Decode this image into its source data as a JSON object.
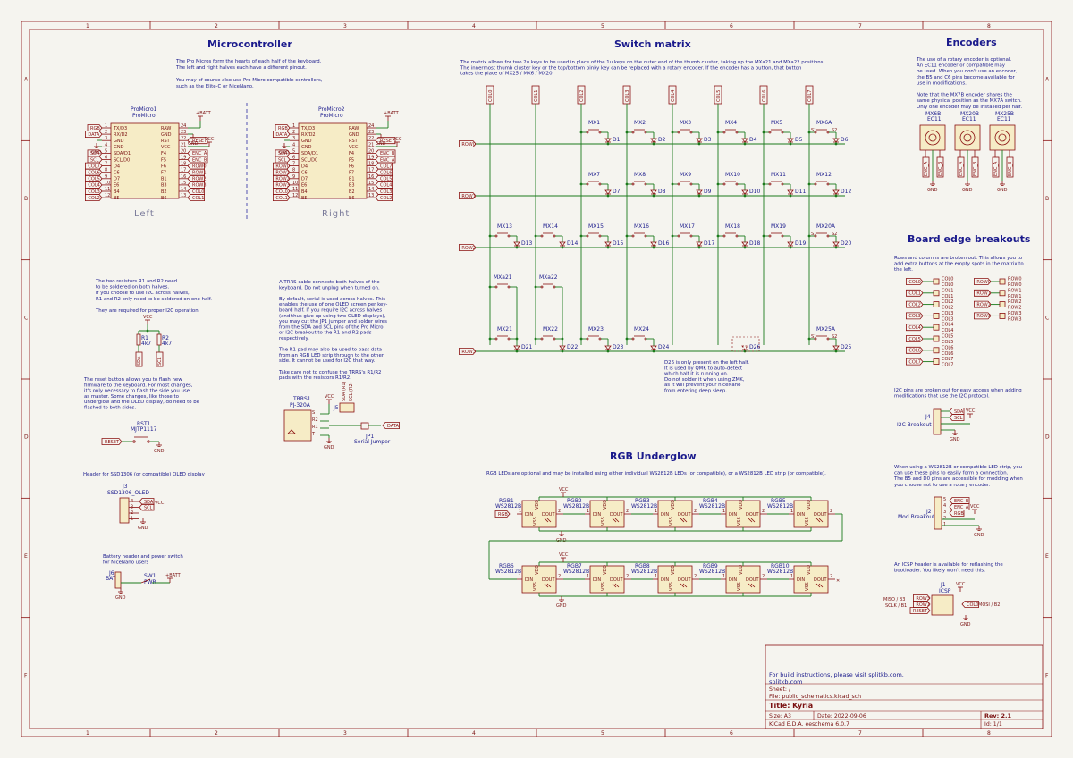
{
  "frame": {
    "columns": [
      "1",
      "2",
      "3",
      "4",
      "5",
      "6",
      "7",
      "8"
    ],
    "rows": [
      "A",
      "B",
      "C",
      "D",
      "E",
      "F"
    ]
  },
  "sections": {
    "microcontroller": "Microcontroller",
    "switch_matrix": "Switch matrix",
    "encoders": "Encoders",
    "board_edge": "Board edge breakouts",
    "rgb": "RGB Underglow"
  },
  "notes": {
    "mcu": [
      "The Pro Micros form the hearts of each half of the keyboard.",
      "The left and right halves each have a different pinout.",
      "",
      "You may of course also use Pro Micro compatible controllers,",
      "such as the Elite-C or NiceNano."
    ],
    "matrix": [
      "The matrix allows for two 2u keys to be used in place of the 1u keys on the outer end of the thumb cluster, taking up the MXa21 and MXa22 positions.",
      "The innermost thumb cluster key or the top/bottom pinky key can be replaced with a rotary encoder. If the encoder has a button, that button",
      "takes the place of MX25 / MX6 / MX20."
    ],
    "encoders": [
      "The use of a rotary encoder is optional.",
      "An EC11 encoder or compatible may",
      "be used. When you don't use an encoder,",
      "the B5 and C6 pins become available for",
      "use in modifications.",
      "",
      "Note that the MX7B encoder shares the",
      "same physical position as the MX7A switch.",
      "Only one encoder may be installed per half."
    ],
    "board_edge": [
      "Rows and columns are broken out. This allows you to",
      "add extra buttons at the empty spots in the matrix to",
      "the left."
    ],
    "resistors": [
      "The two resistors R1 and R2 need",
      "to be soldered on both halves.",
      "If you choose to use I2C across halves,",
      "R1 and R2 only need to be soldered on one half.",
      "",
      "They are required for proper I2C operation."
    ],
    "trrs": [
      "A TRRS cable connects both halves of the",
      "keyboard. Do not unplug when turned on.",
      "",
      "By default, serial is used across halves. This",
      "enables the use of one OLED screen per key-",
      "board half. If you require I2C across halves",
      "(and thus give up using two OLED displays),",
      "you may cut the JP1 jumper and solder wires",
      "from the SDA and SCL pins of the Pro Micro",
      "or I2C breakout to the R1 and R2 pads",
      "respectively.",
      "",
      "The R1 pad may also be used to pass data",
      "from an RGB LED strip through to the other",
      "side. It cannot be used for I2C that way.",
      "",
      "Take care not to confuse the TRRS's R1/R2",
      "pads with the resistors R1/R2."
    ],
    "reset": [
      "The reset button allows you to flash new",
      "firmware to the keyboard. For most changes,",
      "it's only necessary to flash the side you use",
      "as master. Some changes, like those to",
      "underglow and the OLED display, do need to be",
      "flashed to both sides."
    ],
    "oled": [
      "Header for SSD1306 (or compatible) OLED display"
    ],
    "battery": [
      "Battery header and power switch",
      "for NiceNano users"
    ],
    "d26": [
      "D26 is only present on the left half.",
      "It is used by QMK to auto-detect",
      "which half it is running on.",
      "Do not solder it when using ZMK,",
      "as it will prevent your niceNano",
      "from entering deep sleep."
    ],
    "rgb": [
      "RGB LEDs are optional and may be installed using either individual WS2812B LEDs (or compatible), or a WS2812B LED strip (or compatible)."
    ],
    "i2c": [
      "I2C pins are broken out for easy access when adding",
      "modifications that use the I2C protocol."
    ],
    "mod": [
      "When using a WS2812B or compatible LED strip, you",
      "can use these pins to easily form a connection.",
      "The B5 and D0 pins are accessible for modding when",
      "you choose not to use a rotary encoder."
    ],
    "icsp": [
      "An ICSP header is available for reflashing the",
      "bootloader. You likely won't need this."
    ]
  },
  "mcu_left": {
    "ref": "ProMicro1",
    "value": "ProMicro",
    "caption": "Left",
    "left_pins": [
      [
        "1",
        "TX/D3"
      ],
      [
        "2",
        "RX/D2"
      ],
      [
        "3",
        "GND"
      ],
      [
        "4",
        "GND"
      ],
      [
        "5",
        "SDA/D1"
      ],
      [
        "6",
        "SCL/D0"
      ],
      [
        "7",
        "D4"
      ],
      [
        "8",
        "C6"
      ],
      [
        "9",
        "D7"
      ],
      [
        "10",
        "E6"
      ],
      [
        "11",
        "B4"
      ],
      [
        "12",
        "B5"
      ]
    ],
    "right_pins": [
      [
        "24",
        "RAW"
      ],
      [
        "23",
        "GND"
      ],
      [
        "22",
        "RST"
      ],
      [
        "21",
        "VCC"
      ],
      [
        "20",
        "F4"
      ],
      [
        "19",
        "F5"
      ],
      [
        "18",
        "F6"
      ],
      [
        "17",
        "F7"
      ],
      [
        "16",
        "B1"
      ],
      [
        "15",
        "B3"
      ],
      [
        "14",
        "B2"
      ],
      [
        "13",
        "B6"
      ]
    ],
    "left_labels": [
      "RGB",
      "DATA",
      "",
      "",
      "SDA",
      "SCL",
      "COL7",
      "COL6",
      "COL5",
      "COL4",
      "COL3",
      "COL2"
    ],
    "right_labels": [
      "",
      "",
      "RESET",
      "",
      "ENC_A",
      "ENC_B",
      "ROW0",
      "ROW1",
      "ROW2",
      "ROW3",
      "COL0",
      "COL1"
    ]
  },
  "mcu_right": {
    "ref": "ProMicro2",
    "value": "ProMicro",
    "caption": "Right",
    "left_pins": [
      [
        "1",
        "TX/D3"
      ],
      [
        "2",
        "RX/D2"
      ],
      [
        "3",
        "GND"
      ],
      [
        "4",
        "GND"
      ],
      [
        "5",
        "SDA/D1"
      ],
      [
        "6",
        "SCL/D0"
      ],
      [
        "7",
        "D4"
      ],
      [
        "8",
        "C6"
      ],
      [
        "9",
        "D7"
      ],
      [
        "10",
        "E6"
      ],
      [
        "11",
        "B4"
      ],
      [
        "12",
        "B5"
      ]
    ],
    "right_pins": [
      [
        "24",
        "RAW"
      ],
      [
        "23",
        "GND"
      ],
      [
        "22",
        "RST"
      ],
      [
        "21",
        "VCC"
      ],
      [
        "20",
        "F4"
      ],
      [
        "19",
        "F5"
      ],
      [
        "18",
        "F6"
      ],
      [
        "17",
        "F7"
      ],
      [
        "16",
        "B1"
      ],
      [
        "15",
        "B3"
      ],
      [
        "14",
        "B2"
      ],
      [
        "13",
        "B6"
      ]
    ],
    "left_labels": [
      "RGB",
      "DATA",
      "",
      "",
      "SDA",
      "SCL",
      "ROW0",
      "ROW1",
      "ROW2",
      "ROW3",
      "COL0",
      "COL1"
    ],
    "right_labels": [
      "",
      "",
      "RESET",
      "",
      "ENC_B",
      "ENC_A",
      "COL7",
      "COL6",
      "COL5",
      "COL4",
      "COL3",
      "COL2"
    ]
  },
  "power": {
    "batt": "+BATT",
    "vcc": "VCC",
    "gnd": "GND"
  },
  "matrix": {
    "cols": [
      "COL0",
      "COL1",
      "COL2",
      "COL3",
      "COL4",
      "COL5",
      "COL6",
      "COL7"
    ],
    "rows": [
      "ROW0",
      "ROW1",
      "ROW2",
      "ROW3"
    ],
    "row_keys": [
      [
        "",
        "",
        "MX1",
        "MX2",
        "MX3",
        "MX4",
        "MX5",
        "MX6A"
      ],
      [
        "",
        "",
        "MX7",
        "MX8",
        "MX9",
        "MX10",
        "MX11",
        "MX12"
      ],
      [
        "MX13",
        "MX14",
        "MX15",
        "MX16",
        "MX17",
        "MX18",
        "MX19",
        "MX20A"
      ],
      [
        "MX21",
        "MX22",
        "MX23",
        "MX24",
        "",
        "",
        "",
        "MX25A"
      ]
    ],
    "row_diodes": [
      [
        "",
        "",
        "D1",
        "D2",
        "D3",
        "D4",
        "D5",
        "D6"
      ],
      [
        "",
        "",
        "D7",
        "D8",
        "D9",
        "D10",
        "D11",
        "D12"
      ],
      [
        "D13",
        "D14",
        "D15",
        "D16",
        "D17",
        "D18",
        "D19",
        "D20"
      ],
      [
        "D21",
        "D22",
        "D23",
        "D24",
        "",
        "D26",
        "",
        "D25"
      ]
    ],
    "extra_keys": [
      "MXa21",
      "MXa22"
    ],
    "enc_switch_pins": [
      "S1",
      "S2"
    ]
  },
  "encoders": [
    {
      "ref": "MX6B",
      "value": "EC11",
      "pins": [
        "ENC_A",
        "ENC_B"
      ]
    },
    {
      "ref": "MX20B",
      "value": "EC11",
      "pins": [
        "ENC_A",
        "ENC_B"
      ]
    },
    {
      "ref": "MX25B",
      "value": "EC11",
      "pins": [
        "ENC_A",
        "ENC_B"
      ]
    }
  ],
  "breakouts": {
    "cols": [
      "COL0",
      "COL1",
      "COL2",
      "COL3",
      "COL4",
      "COL5",
      "COL6",
      "COL7"
    ],
    "col_pads": [
      "COL0",
      "COL0",
      "COL1",
      "COL1",
      "COL2",
      "COL2",
      "COL3",
      "COL3",
      "COL4",
      "COL4",
      "COL5",
      "COL5",
      "COL6",
      "COL6",
      "COL7",
      "COL7"
    ],
    "rows": [
      "ROW0",
      "ROW1",
      "ROW2",
      "ROW3"
    ],
    "row_pads": [
      "ROW0",
      "ROW0",
      "ROW1",
      "ROW1",
      "ROW2",
      "ROW2",
      "ROW3",
      "ROW3"
    ]
  },
  "misc": {
    "r1": "R1",
    "r1v": "4k7",
    "r2": "R2",
    "r2v": "4k7",
    "sda": "SDA",
    "scl": "SCL",
    "rst_ref": "RST1",
    "rst_val": "MJTP1117",
    "reset": "RESET",
    "oled_ref": "J3",
    "oled_val": "SSD1306_OLED",
    "oled_pins": [
      "4",
      "3",
      "2",
      "1"
    ],
    "bat_ref": "J6",
    "bat_val": "BAT",
    "sw_ref": "SW1",
    "sw_val": "PWR",
    "trrs_ref": "TRRS1",
    "trrs_val": "PJ-320A",
    "trrs_pins": [
      "S",
      "R2",
      "R1",
      "T"
    ],
    "j5": "J5",
    "j5_pins": [
      "SDA (R1)",
      "SCL (R2)"
    ],
    "jp1": "JP1",
    "jp1_val": "Serial Jumper",
    "data": "DATA",
    "j4": "J4",
    "j4_val": "I2C Breakout",
    "j4_pins": [
      "SDA",
      "SCL"
    ],
    "j2": "J2",
    "j2_val": "Mod Breakout",
    "j2_pins": [
      "ENC_B",
      "ENC_A",
      "RGB"
    ],
    "j1": "J1",
    "j1_val": "ICSP",
    "miso": "MISO / B3",
    "sclk": "SCLK / B1",
    "mosi": "MOSI / B2",
    "icsp_pins": [
      "ROW3",
      "ROW1",
      "RESET"
    ],
    "icsp_col": "COL0"
  },
  "rgb": {
    "row1": [
      "RGB1",
      "RGB2",
      "RGB3",
      "RGB4",
      "RGB5"
    ],
    "row2": [
      "RGB6",
      "RGB7",
      "RGB8",
      "RGB9",
      "RGB10"
    ],
    "part": "WS2812B",
    "din": "DIN",
    "dout": "DOUT",
    "vdd": "VDD",
    "vss": "VSS",
    "in_label": "RGB"
  },
  "title_block": {
    "build": "For build instructions, please visit splitkb.com.",
    "url": "splitkb.com",
    "sheet": "Sheet: /",
    "file": "File: public_schematics.kicad_sch",
    "title": "Title: Kyria",
    "size": "Size: A3",
    "date": "Date: 2022-09-06",
    "rev": "Rev: 2.1",
    "tool": "KiCad E.D.A.  eeschema 6.0.7",
    "id": "Id: 1/1"
  }
}
